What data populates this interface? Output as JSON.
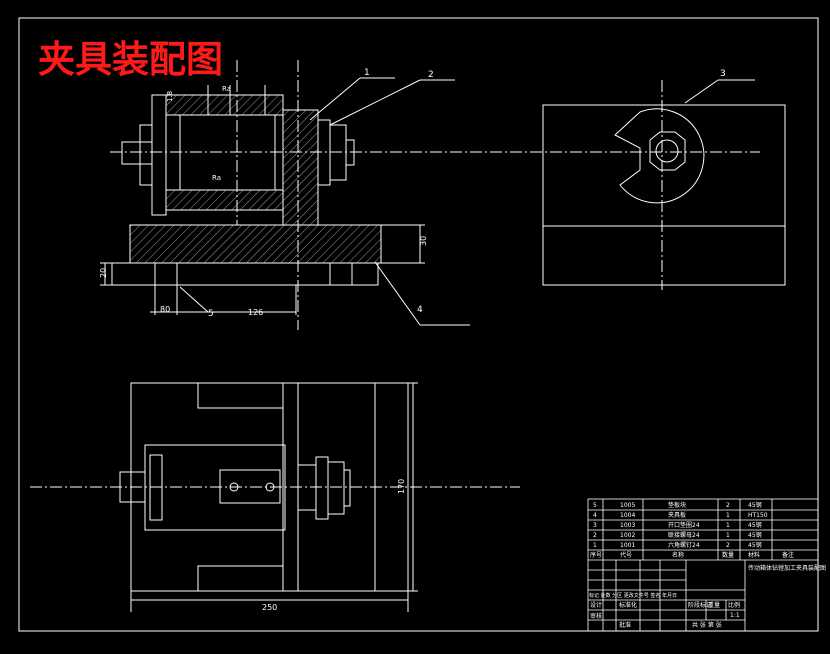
{
  "title": "夹具装配图",
  "leaders": {
    "p1": "1",
    "p2": "2",
    "p3": "3",
    "p4": "4",
    "p5": "5"
  },
  "dimensions": {
    "d_30": "30",
    "d_20": "20",
    "d_80": "80",
    "d_126": "126",
    "d_170": "170",
    "d_250": "250",
    "d_18": "1.8"
  },
  "surface_marks": [
    "Ra",
    "Ra"
  ],
  "bom": {
    "rows": [
      {
        "no": "5",
        "code": "1005",
        "name": "垫板块",
        "qty": "2",
        "material": "45钢"
      },
      {
        "no": "4",
        "code": "1004",
        "name": "夹具板",
        "qty": "1",
        "material": "HT150"
      },
      {
        "no": "3",
        "code": "1003",
        "name": "开口垫圈24",
        "qty": "1",
        "material": "45钢"
      },
      {
        "no": "2",
        "code": "1002",
        "name": "联接螺母24",
        "qty": "1",
        "material": "45钢"
      },
      {
        "no": "1",
        "code": "1001",
        "name": "六角螺钉24",
        "qty": "2",
        "material": "45钢"
      }
    ],
    "header": {
      "no": "序号",
      "code": "代号",
      "name": "名称",
      "qty": "数量",
      "material": "材料",
      "note": "备注"
    }
  },
  "title_block": {
    "drawing_name": "传动箱体钻镗加工夹具装配图",
    "row_labels": "标记 处数 分区 更改文件号 签名 年月日",
    "design": "设计",
    "standard": "标准化",
    "approve": "批准",
    "review": "审核",
    "stage": "阶段标记",
    "weight": "重量",
    "scale": "比例",
    "scale_value": "1:1",
    "sheets": "共  张  第  张"
  }
}
